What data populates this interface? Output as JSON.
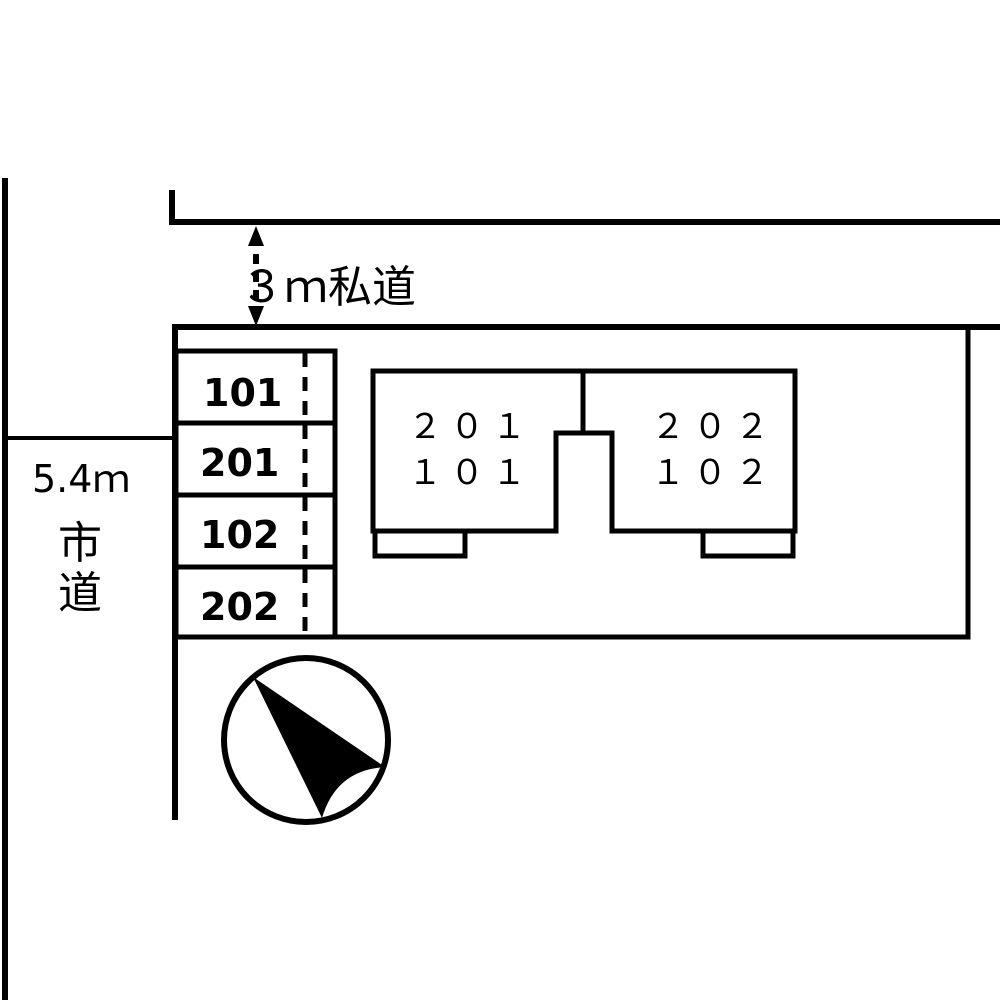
{
  "private_road": {
    "width_label": "３ｍ私道"
  },
  "city_road": {
    "width_label": "5.4ｍ",
    "name_chars": [
      "市",
      "道"
    ]
  },
  "parking": {
    "spaces": [
      "101",
      "201",
      "102",
      "202"
    ]
  },
  "building": {
    "left_unit": {
      "upper": "２０１",
      "lower": "１０１"
    },
    "right_unit": {
      "upper": "２０２",
      "lower": "１０２"
    }
  },
  "north_arrow": {
    "icon": "north-arrow-icon"
  },
  "colors": {
    "line": "#000000",
    "background": "#ffffff"
  }
}
